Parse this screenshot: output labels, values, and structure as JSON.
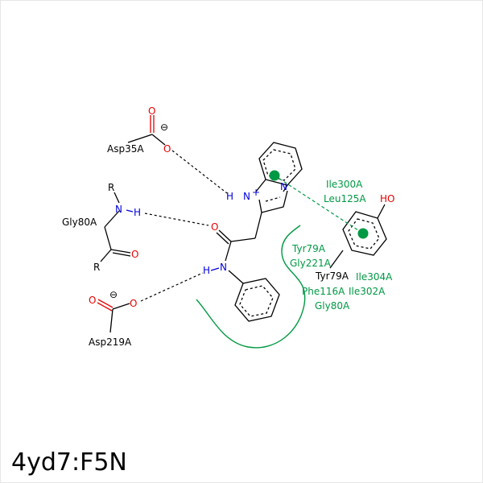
{
  "title": "4yd7:F5N",
  "atoms": {
    "asp35_o_top": "O",
    "asp35_o_bottom": "O",
    "asp35_charge": "⊖",
    "asp35_label": "Asp35A",
    "gly80_r_top": "R",
    "gly80_n": "N",
    "gly80_h": "H",
    "gly80_label": "Gly80A",
    "gly80_r_bottom": "R",
    "gly80_o": "O",
    "asp219_o_left": "O",
    "asp219_o_right": "O",
    "asp219_charge": "⊖",
    "asp219_label": "Asp219A",
    "lig_h_nplus": "H",
    "lig_nplus": "N",
    "lig_plus": "+",
    "lig_n_ring": "N",
    "lig_o_amide": "O",
    "lig_n_amide": "N",
    "lig_h_amide": "H",
    "tyr79_ho": "HO",
    "tyr79_label": "Tyr79A"
  },
  "residues_green": [
    "Ile300A",
    "Leu125A",
    "Tyr79A",
    "Gly221A",
    "Ile304A",
    "Phe116A",
    "Ile302A",
    "Gly80A"
  ],
  "colors": {
    "carbon": "#000000",
    "oxygen": "#e60000",
    "nitrogen": "#0000dd",
    "hydrophobic": "#009944"
  }
}
